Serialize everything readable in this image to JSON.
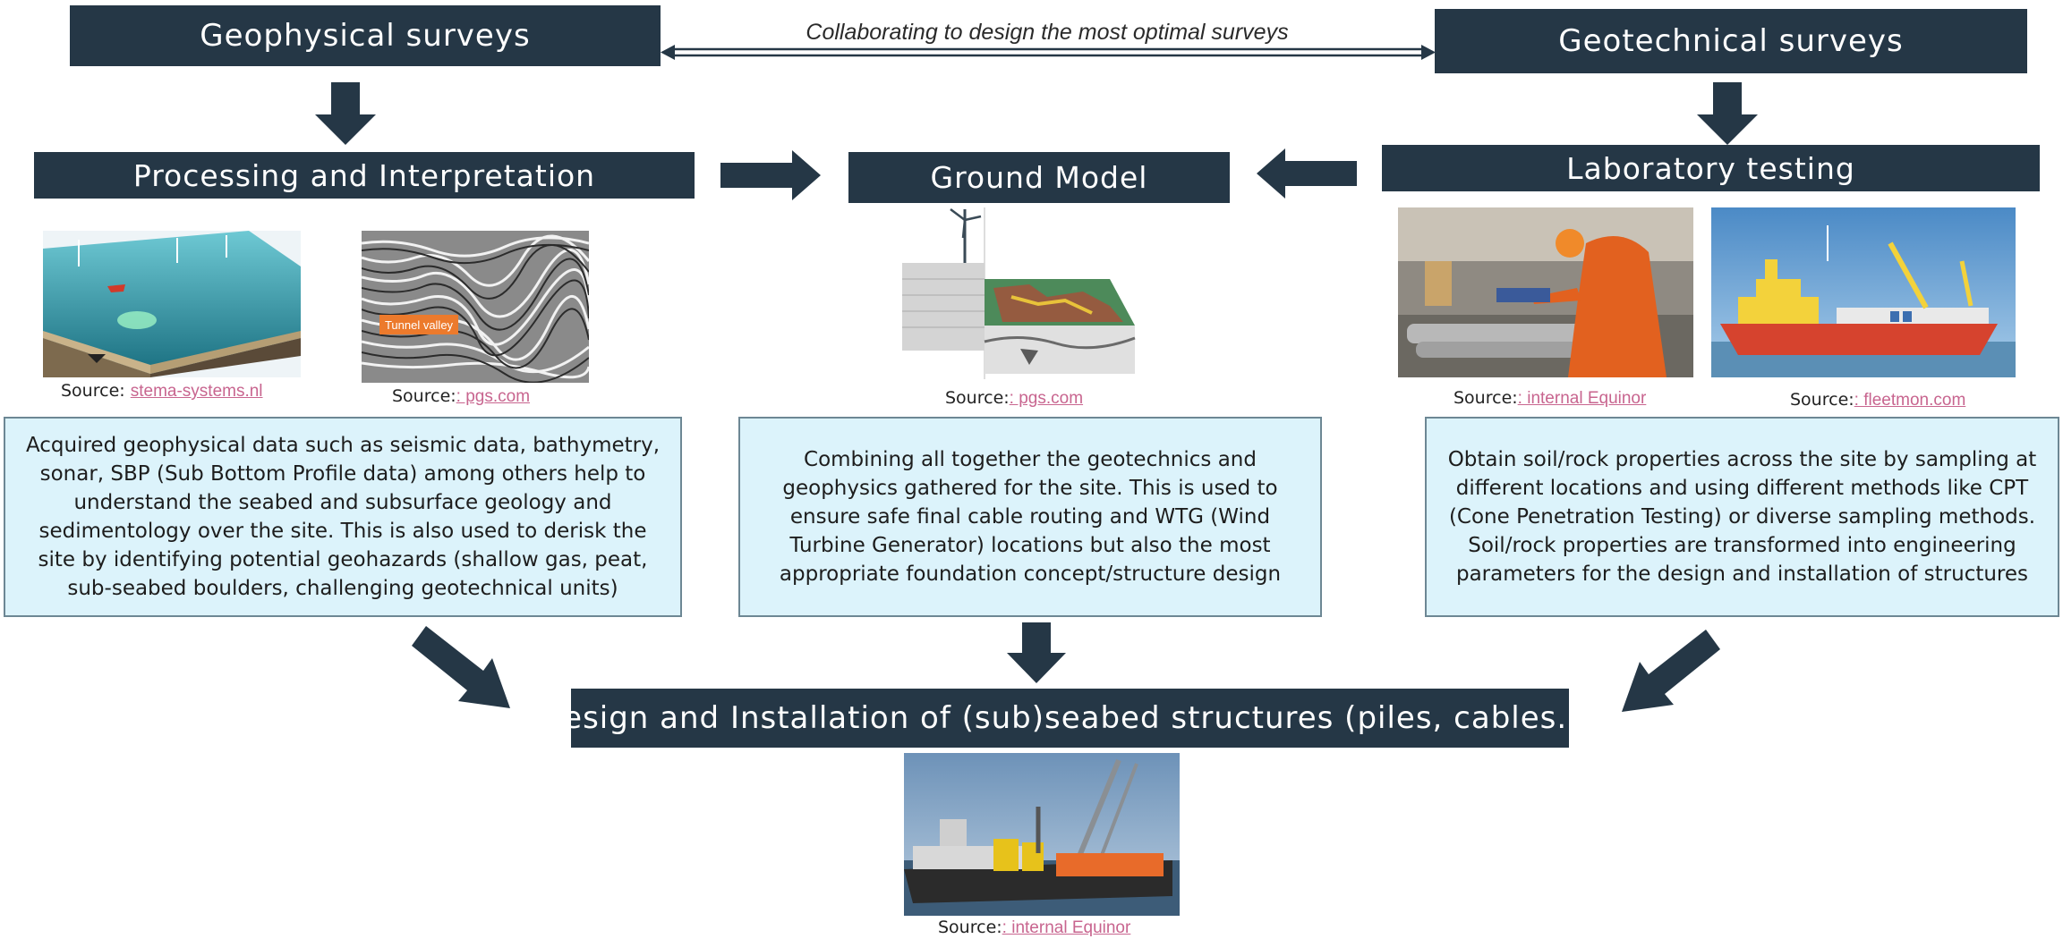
{
  "headers": {
    "geophysical": "Geophysical surveys",
    "geotechnical": "Geotechnical surveys",
    "processing": "Processing and Interpretation",
    "ground_model": "Ground Model",
    "laboratory": "Laboratory testing",
    "design": "Design and Installation of (sub)seabed structures (piles, cables..)."
  },
  "collaboration_label": "Collaborating to design the most optimal surveys",
  "image_labels": {
    "tunnel_valley": "Tunnel valley"
  },
  "sources": {
    "prefix": "Source:",
    "stema": "stema-systems.nl",
    "pgs_seismic": ": pgs.com",
    "pgs_ground": ": pgs.com",
    "equinor_lab": ": internal Equinor",
    "fleetmon": ": fleetmon.com",
    "equinor_design": ": internal Equinor"
  },
  "descriptions": {
    "geophysical": "Acquired geophysical data such as seismic data, bathymetry, sonar, SBP (Sub Bottom Profile data) among others help to understand the seabed and subsurface geology and sedimentology over the site. This is also used to derisk the site by identifying potential geohazards (shallow gas, peat, sub-seabed boulders, challenging geotechnical units)",
    "ground_model": "Combining all together the geotechnics and geophysics gathered for the site. This is used to ensure safe final cable routing and WTG (Wind Turbine Generator) locations but also the most appropriate foundation concept/structure design",
    "geotechnical": "Obtain soil/rock properties across the site by sampling at different locations and using different methods like CPT (Cone Penetration Testing) or diverse sampling methods. Soil/rock properties are transformed into engineering parameters for the design and installation of structures"
  },
  "colors": {
    "header_bg": "#253746",
    "header_text": "#ffffff",
    "box_bg": "#dcf3fb",
    "box_border": "#6d8794",
    "link": "#c8658f"
  }
}
